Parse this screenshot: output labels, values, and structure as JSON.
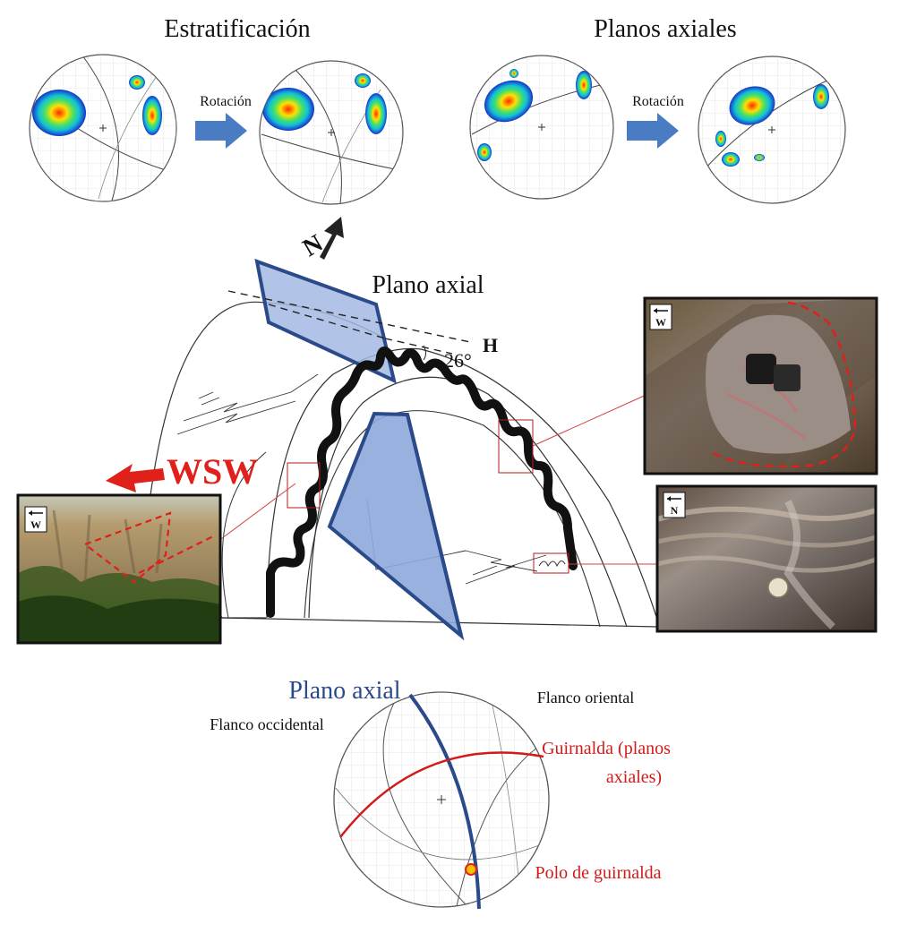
{
  "top": {
    "bedding_title": "Estratificación",
    "axial_planes_title": "Planos axiales",
    "rotation_label_1": "Rotación",
    "rotation_label_2": "Rotación"
  },
  "block": {
    "north_label": "N",
    "axial_plane_label": "Plano axial",
    "horizontal_label": "H",
    "plunge_label": "26°",
    "direction_label": "WSW"
  },
  "photos": {
    "left_orientation": "W",
    "top_right_orientation": "W",
    "bottom_right_orientation": "N"
  },
  "stereonet": {
    "axial_plane_label": "Plano axial",
    "west_limb_label": "Flanco occidental",
    "east_limb_label": "Flanco oriental",
    "girdle_label_1": "Guirnalda (planos",
    "girdle_label_2": "axiales)",
    "pole_label": "Polo de guirnalda"
  },
  "colors": {
    "axial_plane_blue": "#2b4a8a",
    "axial_plane_fill": "#8ea9dc",
    "red_accent": "#e0201a",
    "arrow_blue": "#4a7cc3"
  }
}
